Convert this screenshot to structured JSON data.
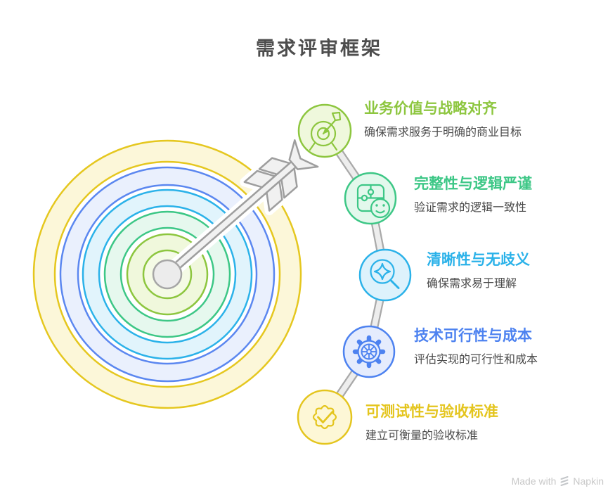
{
  "page": {
    "title": "需求评审框架"
  },
  "items": [
    {
      "icon": "target-dart-icon",
      "title": "业务价值与战略对齐",
      "description": "确保需求服务于明确的商业目标",
      "color": "#8dc63f",
      "fill": "#eff8dc"
    },
    {
      "icon": "puzzle-smiley-icon",
      "title": "完整性与逻辑严谨",
      "description": "验证需求的逻辑一致性",
      "color": "#3dc786",
      "fill": "#e3f8ec"
    },
    {
      "icon": "magnifier-sparkle-icon",
      "title": "清晰性与无歧义",
      "description": "确保需求易于理解",
      "color": "#2bb2e9",
      "fill": "#ddf2fc"
    },
    {
      "icon": "gear-wheel-icon",
      "title": "技术可行性与成本",
      "description": "评估实现的可行性和成本",
      "color": "#4d82f0",
      "fill": "#e5ecfd"
    },
    {
      "icon": "badge-check-icon",
      "title": "可测试性与验收标准",
      "description": "建立可衡量的验收标准",
      "color": "#e4c51e",
      "fill": "#fdf7d6"
    }
  ],
  "illustration": {
    "type": "bullseye-target-with-arrow",
    "ring_colors_outer_to_inner": [
      "#e5c71f",
      "#5b87f0",
      "#2bb2e9",
      "#3dc786",
      "#8dc63f"
    ],
    "arrow_color": "#9e9e9e",
    "connector_color": "#a9a9a9"
  },
  "watermark": {
    "made_with": "Made with",
    "brand": "Napkin"
  }
}
